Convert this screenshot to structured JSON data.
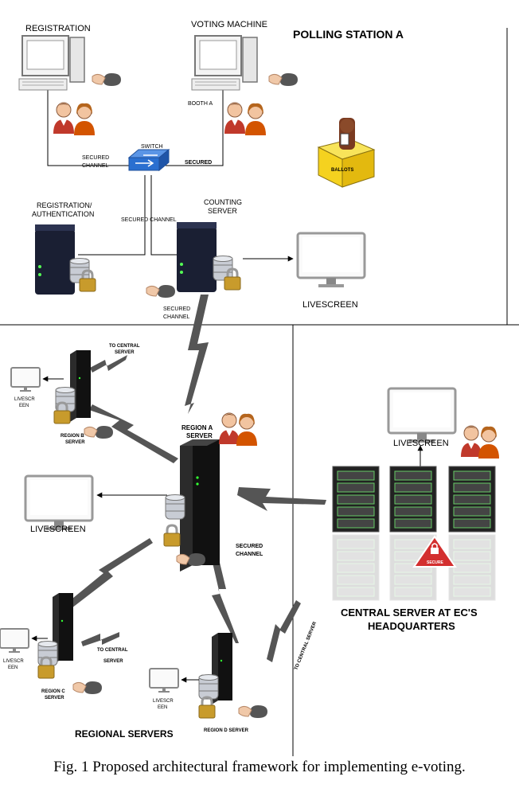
{
  "polling_station": {
    "title": "POLLING STATION A",
    "registration_label": "REGISTRATION",
    "voting_machine_label": "VOTING MACHINE",
    "booth_label": "BOOTH A",
    "switch_label": "SWITCH",
    "secured_channel_left": [
      "SECURED",
      "CHANNEL"
    ],
    "secured_right": "SECURED",
    "secured_channel_mid": "SECURED CHANNEL",
    "reg_auth_label": [
      "REGISTRATION/",
      "AUTHENTICATION"
    ],
    "counting_server_label": [
      "COUNTING",
      "SERVER"
    ],
    "secured_channel_bottom": [
      "SECURED",
      "CHANNEL"
    ],
    "livescreen_label": "LIVESCREEN",
    "ballot_label": "BALLOTS"
  },
  "regional": {
    "title": "REGIONAL SERVERS",
    "region_a": [
      "REGION A",
      "SERVER"
    ],
    "region_a_livescreen": "LIVESCREEN",
    "region_a_secured": [
      "SECURED",
      "CHANNEL"
    ],
    "region_b": [
      "REGION B",
      "SERVER"
    ],
    "region_b_livescreen": [
      "LIVESCR",
      "EEN"
    ],
    "region_b_to_central": [
      "TO CENTRAL",
      "SERVER"
    ],
    "region_c": [
      "REGION C",
      "SERVER"
    ],
    "region_c_livescreen": [
      "LIVESCR",
      "EEN"
    ],
    "region_c_to_central": [
      "TO CENTRAL",
      "SERVER"
    ],
    "region_d": "REGION D SERVER",
    "region_d_livescreen": [
      "LIVESCR",
      "EEN"
    ],
    "to_central_rotated": "TO CENTRAL SERVER"
  },
  "central": {
    "title": [
      "CENTRAL SERVER AT EC'S",
      "HEADQUARTERS"
    ],
    "livescreen_label": "LIVESCREEN",
    "secure_badge": "SECURE"
  },
  "caption": "Fig. 1  Proposed architectural framework for implementing e-voting.",
  "colors": {
    "server_black": "#111111",
    "ballot_yellow": "#f5d21f",
    "person_red": "#c0392b",
    "switch_blue": "#2a6fd0",
    "lock_gold": "#c89b2c"
  }
}
